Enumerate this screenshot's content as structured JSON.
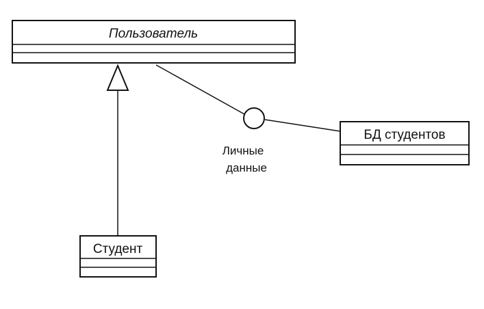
{
  "diagram": {
    "classes": {
      "user": {
        "name": "Пользователь",
        "abstract": true
      },
      "student": {
        "name": "Студент"
      },
      "student_db": {
        "name": "БД студентов"
      }
    },
    "interface": {
      "label_line1": "Личные",
      "label_line2": "данные"
    },
    "relations": [
      {
        "type": "generalization",
        "from": "Студент",
        "to": "Пользователь"
      },
      {
        "type": "interface-provided",
        "from": "БД студентов",
        "interface": "Личные данные"
      },
      {
        "type": "interface-required",
        "from": "Пользователь",
        "interface": "Личные данные"
      }
    ]
  }
}
